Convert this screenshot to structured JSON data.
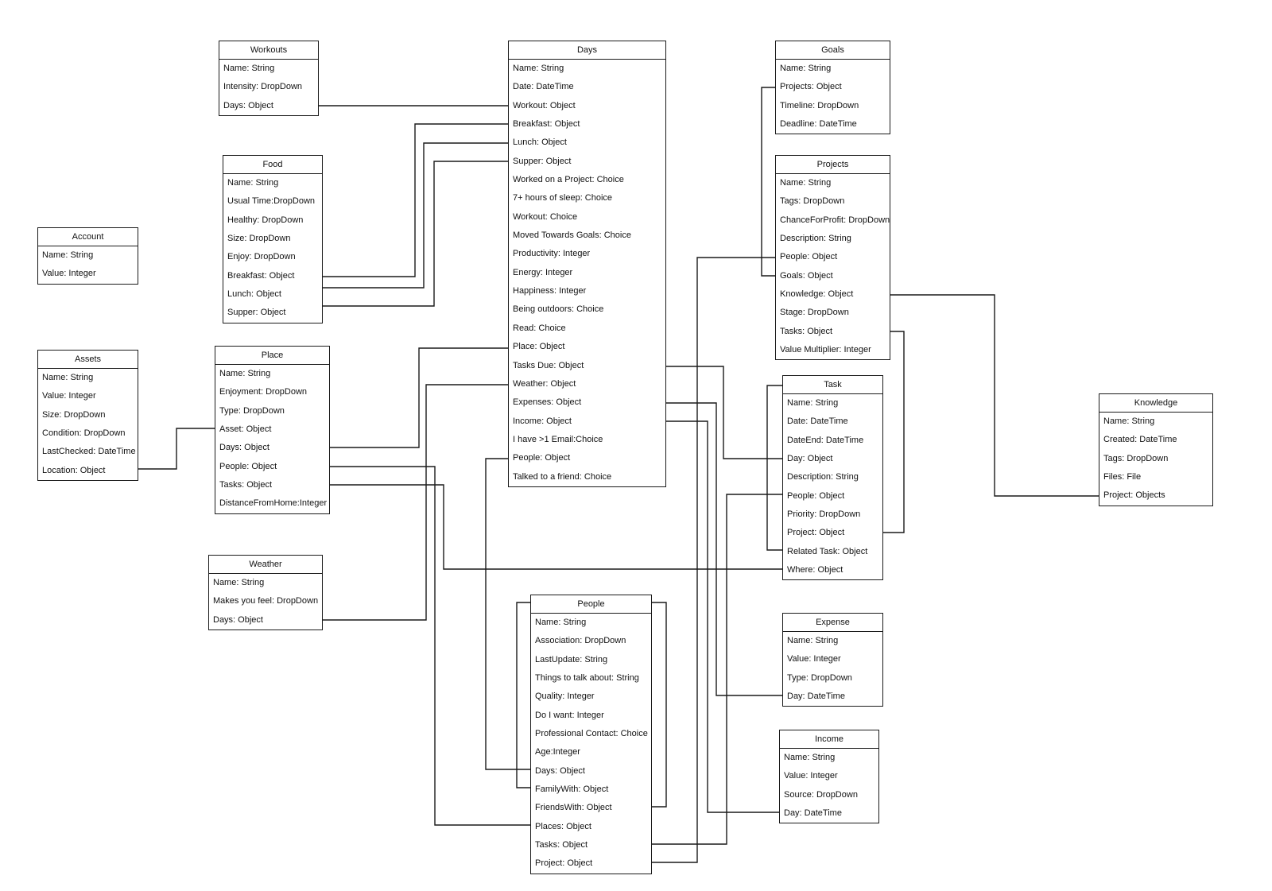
{
  "entities": {
    "workouts": {
      "title": "Workouts",
      "fields": [
        "Name: String",
        "Intensity: DropDown",
        "Days: Object"
      ]
    },
    "food": {
      "title": "Food",
      "fields": [
        "Name: String",
        "Usual Time:DropDown",
        "Healthy: DropDown",
        "Size: DropDown",
        "Enjoy: DropDown",
        "Breakfast: Object",
        "Lunch: Object",
        "Supper: Object"
      ]
    },
    "account": {
      "title": "Account",
      "fields": [
        "Name: String",
        "Value: Integer"
      ]
    },
    "assets": {
      "title": "Assets",
      "fields": [
        "Name: String",
        "Value: Integer",
        "Size: DropDown",
        "Condition: DropDown",
        "LastChecked: DateTime",
        "Location: Object"
      ]
    },
    "place": {
      "title": "Place",
      "fields": [
        "Name: String",
        "Enjoyment: DropDown",
        "Type: DropDown",
        "Asset: Object",
        "Days: Object",
        "People: Object",
        "Tasks: Object",
        "DistanceFromHome:Integer"
      ]
    },
    "weather": {
      "title": "Weather",
      "fields": [
        "Name: String",
        "Makes you feel: DropDown",
        "Days: Object"
      ]
    },
    "days": {
      "title": "Days",
      "fields": [
        "Name: String",
        "Date: DateTime",
        "Workout: Object",
        "Breakfast: Object",
        "Lunch: Object",
        "Supper: Object",
        "Worked on a Project: Choice",
        "7+ hours of sleep: Choice",
        "Workout: Choice",
        "Moved Towards Goals: Choice",
        "Productivity: Integer",
        "Energy: Integer",
        "Happiness: Integer",
        "Being outdoors: Choice",
        "Read: Choice",
        "Place: Object",
        "Tasks Due: Object",
        "Weather: Object",
        "Expenses: Object",
        "Income: Object",
        "I have >1 Email:Choice",
        "People: Object",
        "Talked to a friend: Choice"
      ]
    },
    "people": {
      "title": "People",
      "fields": [
        "Name: String",
        "Association: DropDown",
        "LastUpdate: String",
        "Things to talk about: String",
        "Quality: Integer",
        "Do I want: Integer",
        "Professional Contact: Choice",
        "Age:Integer",
        "Days: Object",
        "FamilyWith: Object",
        "FriendsWith: Object",
        "Places: Object",
        "Tasks: Object",
        "Project: Object"
      ]
    },
    "goals": {
      "title": "Goals",
      "fields": [
        "Name: String",
        "Projects: Object",
        "Timeline: DropDown",
        "Deadline: DateTime"
      ]
    },
    "projects": {
      "title": "Projects",
      "fields": [
        "Name: String",
        "Tags: DropDown",
        "ChanceForProfit: DropDown",
        "Description: String",
        "People: Object",
        "Goals: Object",
        "Knowledge: Object",
        "Stage: DropDown",
        "Tasks: Object",
        "Value Multiplier: Integer"
      ]
    },
    "task": {
      "title": "Task",
      "fields": [
        "Name: String",
        "Date: DateTime",
        "DateEnd: DateTime",
        "Day: Object",
        "Description: String",
        "People: Object",
        "Priority: DropDown",
        "Project: Object",
        "Related Task: Object",
        "Where: Object"
      ]
    },
    "expense": {
      "title": "Expense",
      "fields": [
        "Name: String",
        "Value: Integer",
        "Type: DropDown",
        "Day: DateTime"
      ]
    },
    "income": {
      "title": "Income",
      "fields": [
        "Name: String",
        "Value: Integer",
        "Source: DropDown",
        "Day: DateTime"
      ]
    },
    "knowledge": {
      "title": "Knowledge",
      "fields": [
        "Name: String",
        "Created: DateTime",
        "Tags: DropDown",
        "Files: File",
        "Project: Objects"
      ]
    }
  },
  "colors": {
    "line": "#1a1a1a",
    "background": "#ffffff"
  }
}
